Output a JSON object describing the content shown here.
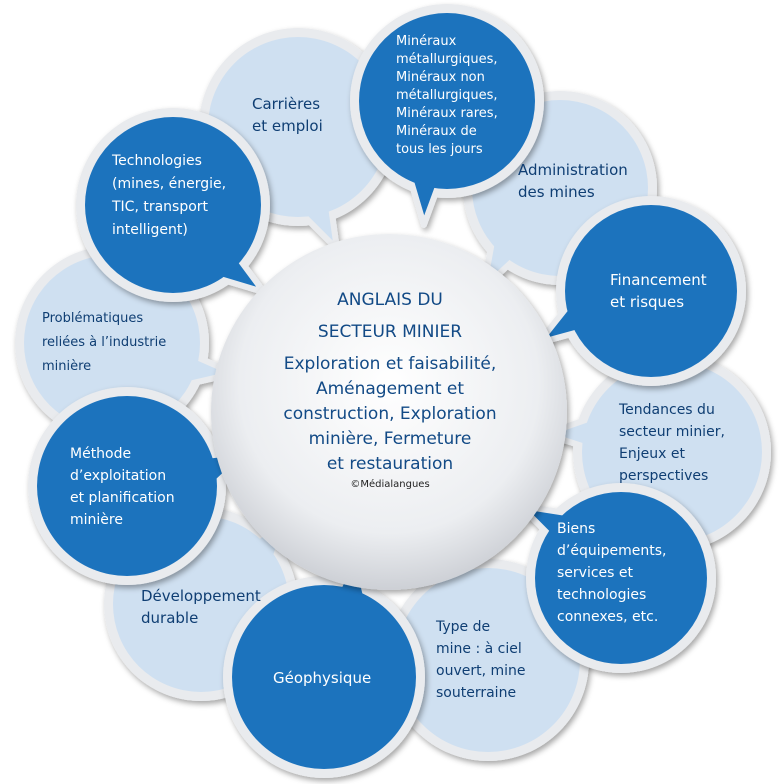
{
  "colors": {
    "dark_bubble": "#1e73bd",
    "light_bubble": "#cfe0f1",
    "ring": "#e9ebee",
    "center": "#e7e8eb",
    "title_text": "#124a86"
  },
  "center": {
    "title_line1": "ANGLAIS DU",
    "title_line2": "SECTEUR MINIER",
    "subtitle_lines": [
      "Exploration et faisabilité,",
      "Aménagement et",
      "construction, Exploration",
      "minière, Fermeture",
      "et restauration"
    ],
    "copyright": "©Médialangues"
  },
  "bubbles": [
    {
      "id": "carrieres",
      "theme": "light",
      "lines": [
        "Carrières",
        "et emploi"
      ]
    },
    {
      "id": "mineraux",
      "theme": "dark",
      "lines": [
        "Minéraux",
        "métallurgiques,",
        "Minéraux non",
        "métallurgiques,",
        "Minéraux rares,",
        "Minéraux de",
        "tous les jours"
      ]
    },
    {
      "id": "administration",
      "theme": "light",
      "lines": [
        "Administration",
        "des mines"
      ]
    },
    {
      "id": "financement",
      "theme": "dark",
      "lines": [
        "Financement",
        "et risques"
      ]
    },
    {
      "id": "tendances",
      "theme": "light",
      "lines": [
        "Tendances du",
        "secteur minier,",
        "Enjeux et",
        "perspectives"
      ]
    },
    {
      "id": "biens",
      "theme": "dark",
      "lines": [
        "Biens",
        "d’équipements,",
        "services et",
        "technologies",
        "connexes, etc."
      ]
    },
    {
      "id": "type-mine",
      "theme": "light",
      "lines": [
        "Type de",
        "mine : à ciel",
        "ouvert, mine",
        "souterraine"
      ]
    },
    {
      "id": "geophysique",
      "theme": "dark",
      "lines": [
        "Géophysique"
      ]
    },
    {
      "id": "developpement",
      "theme": "light",
      "lines": [
        "Développement",
        "durable"
      ]
    },
    {
      "id": "methode",
      "theme": "dark",
      "lines": [
        "Méthode",
        "d’exploitation",
        "et planification",
        "minière"
      ]
    },
    {
      "id": "problematiques",
      "theme": "light",
      "lines": [
        "Problématiques",
        "reliées à l’industrie",
        "minière"
      ]
    },
    {
      "id": "technologies",
      "theme": "dark",
      "lines": [
        "Technologies",
        "(mines, énergie,",
        "TIC, transport",
        "intelligent)"
      ]
    }
  ]
}
